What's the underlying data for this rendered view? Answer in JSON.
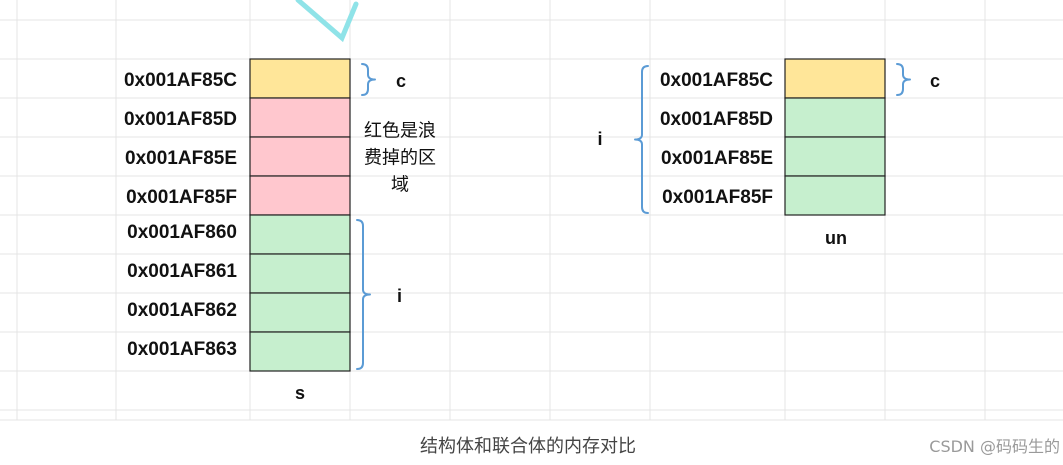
{
  "colors": {
    "char_cell": "#FFE699",
    "wasted_cell": "#FFC7CE",
    "int_cell": "#C6EFCE",
    "brace": "#5B9BD5",
    "stroke_deco": "#8FE3E8"
  },
  "struct_diagram": {
    "label": "s",
    "cells": [
      {
        "address": "0x001AF85C",
        "kind": "char"
      },
      {
        "address": "0x001AF85D",
        "kind": "wasted"
      },
      {
        "address": "0x001AF85E",
        "kind": "wasted"
      },
      {
        "address": "0x001AF85F",
        "kind": "wasted"
      },
      {
        "address": "0x001AF860",
        "kind": "int"
      },
      {
        "address": "0x001AF861",
        "kind": "int"
      },
      {
        "address": "0x001AF862",
        "kind": "int"
      },
      {
        "address": "0x001AF863",
        "kind": "int"
      }
    ],
    "char_member": "c",
    "int_member": "i",
    "waste_note": [
      "红色是浪",
      "费掉的区",
      "域"
    ]
  },
  "union_diagram": {
    "label": "un",
    "cells": [
      {
        "address": "0x001AF85C",
        "kind": "char"
      },
      {
        "address": "0x001AF85D",
        "kind": "int"
      },
      {
        "address": "0x001AF85E",
        "kind": "int"
      },
      {
        "address": "0x001AF85F",
        "kind": "int"
      }
    ],
    "char_member": "c",
    "int_member": "i"
  },
  "caption": "结构体和联合体的内存对比",
  "watermark": "CSDN @码码生的"
}
